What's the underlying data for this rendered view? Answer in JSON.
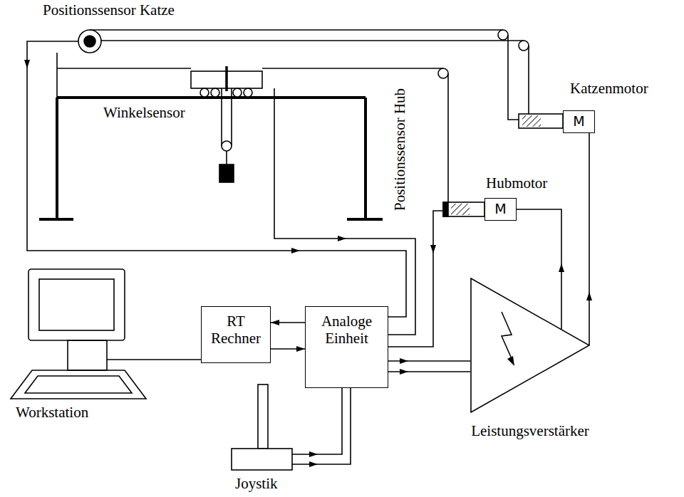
{
  "diagram": {
    "nodes": [
      {
        "text": [
          "M"
        ]
      },
      {
        "text": [
          "M"
        ]
      },
      {
        "text": [
          "RT Rechner"
        ]
      },
      {
        "text": [
          "Analoge Einheit"
        ]
      },
      {
        "text": [
          "Leistungsverstärker"
        ]
      }
    ],
    "edges": [
      {
        "from": 3,
        "to": 2,
        "arrow": "to"
      },
      {
        "from": 2,
        "to": 3,
        "arrow": "to"
      },
      {
        "from": 3,
        "to": 4,
        "arrow": "to"
      },
      {
        "from": 3,
        "to": 4,
        "arrow": "to"
      },
      {
        "from": 4,
        "to": 1,
        "arrow": "to"
      },
      {
        "from": 4,
        "to": 0,
        "arrow": "to"
      }
    ],
    "labels": [
      "Positionssensor Katze",
      "Winkelsensor",
      "Katzenmotor",
      "Positionssensor Hub",
      "Hubmotor",
      "Workstation",
      "Joystik"
    ]
  }
}
